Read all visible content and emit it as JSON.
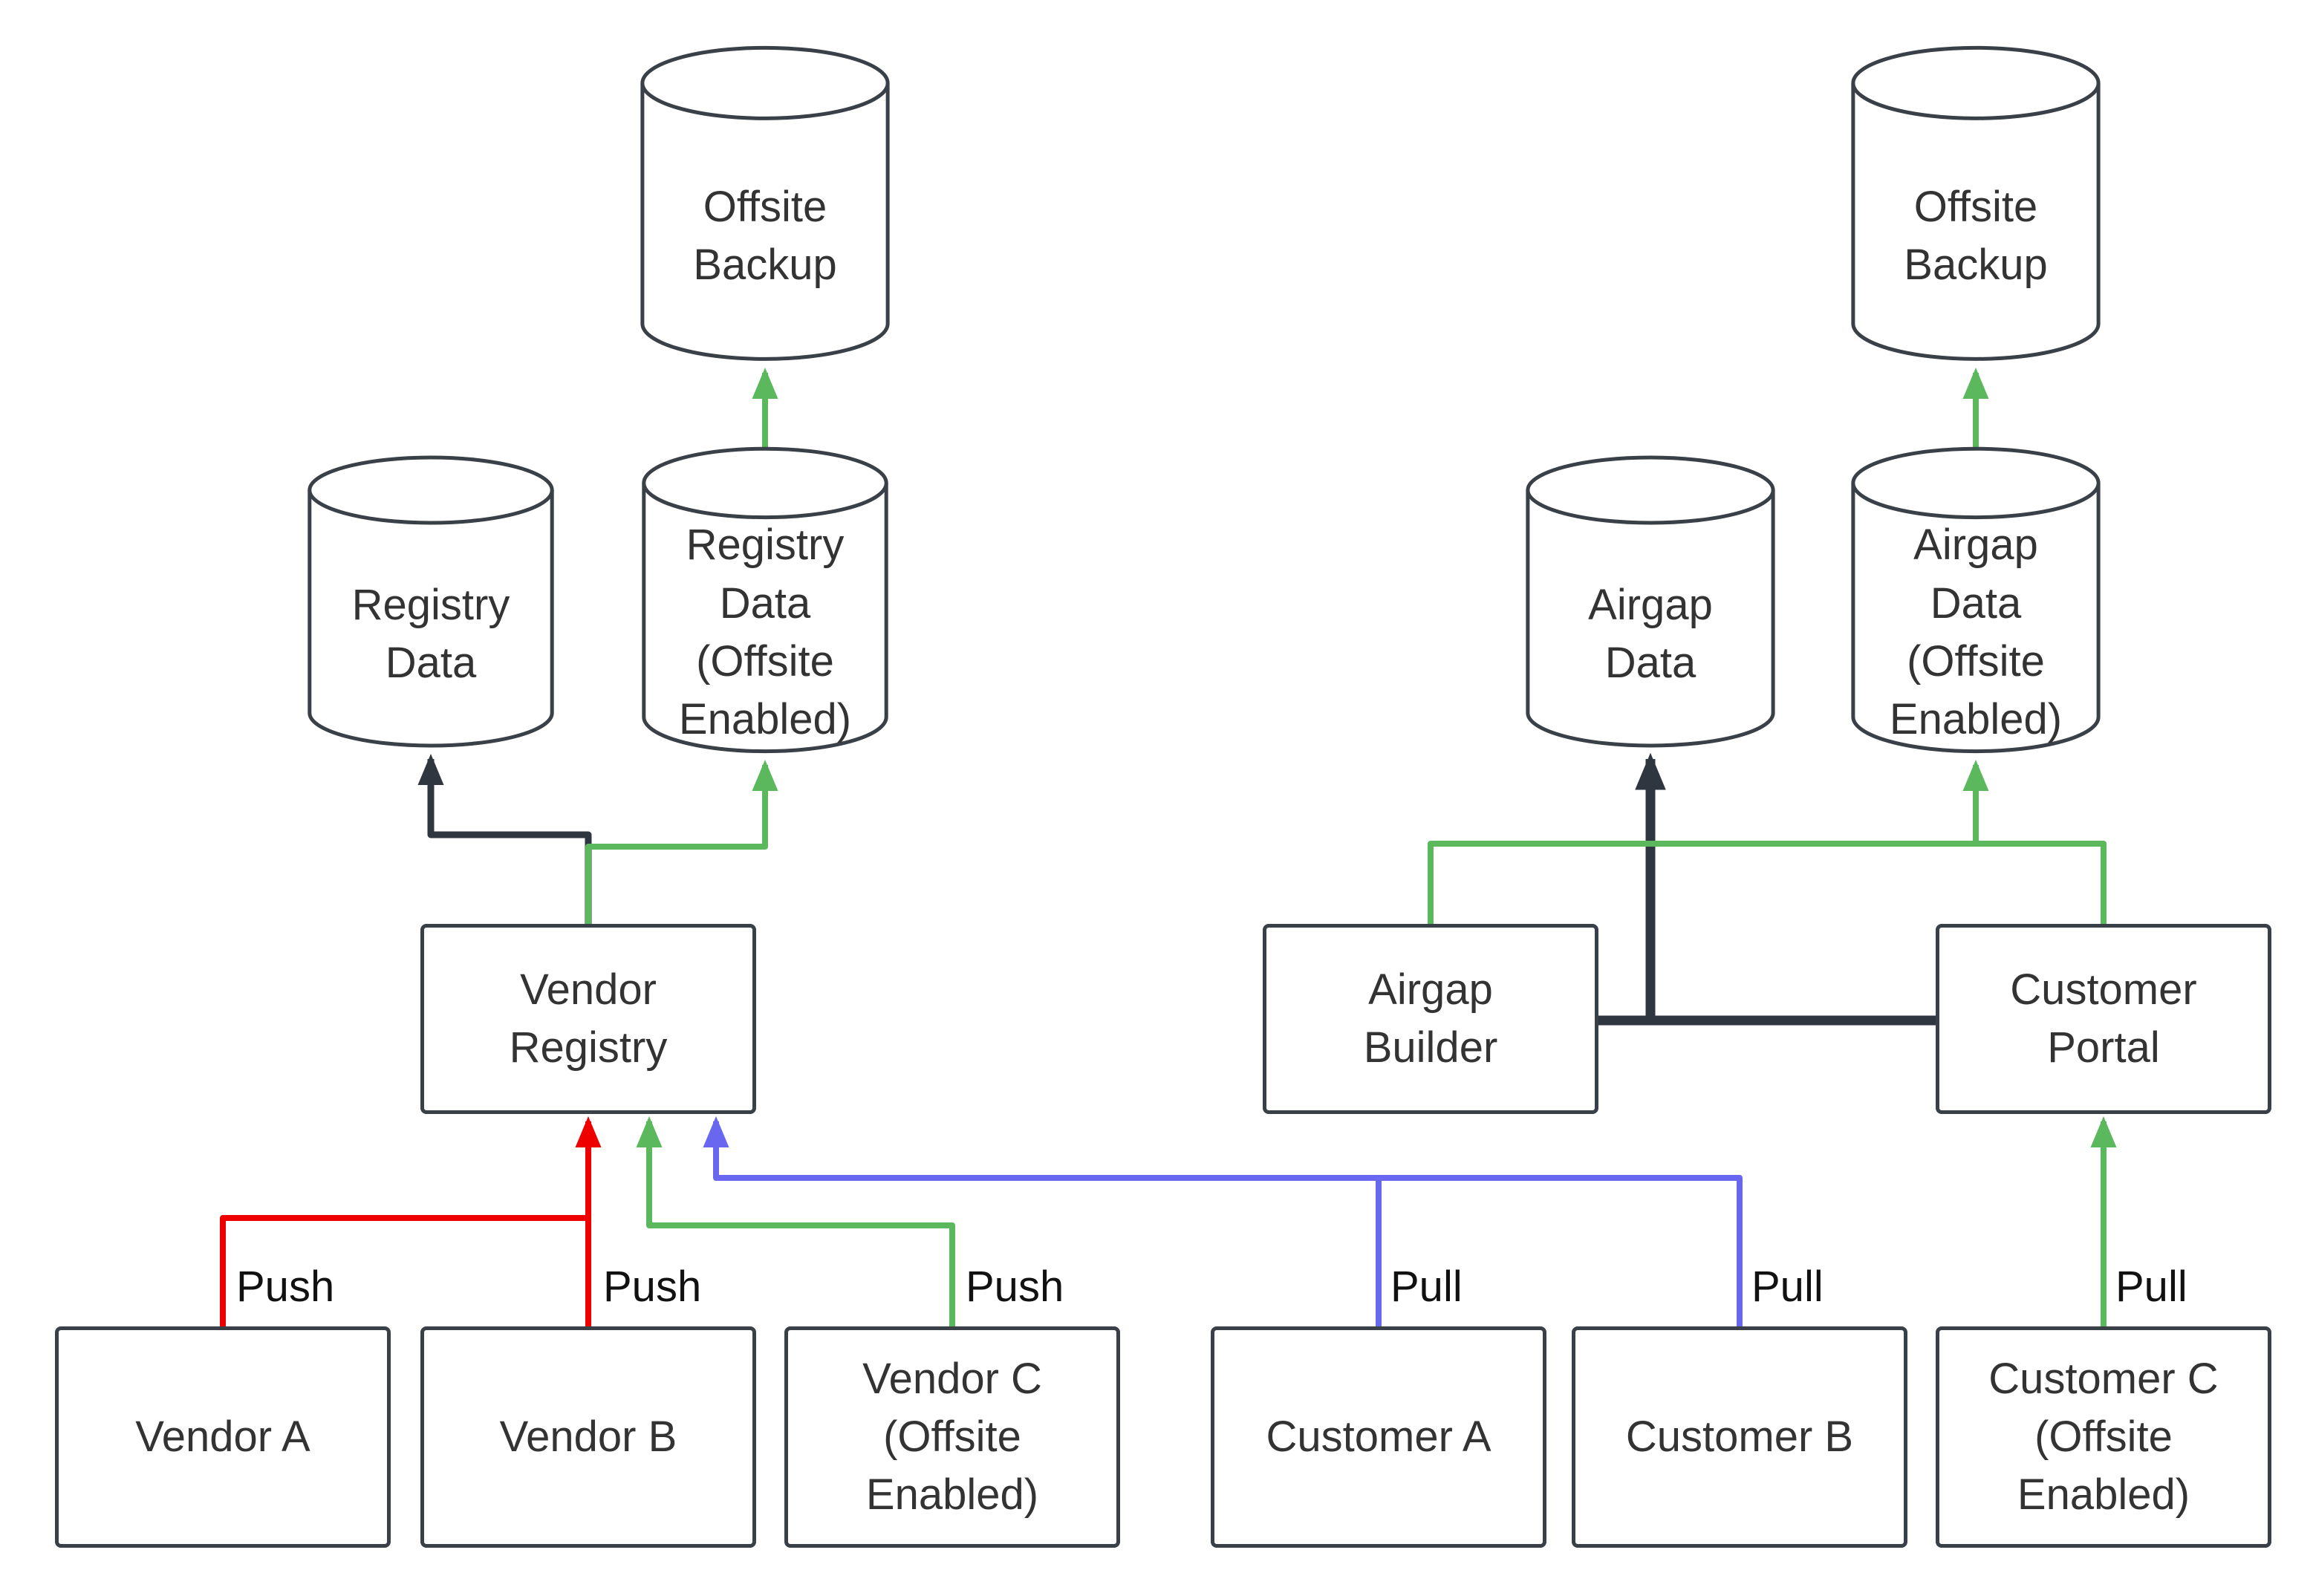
{
  "colors": {
    "background": "#ffffff",
    "node_fill": "#ffffff",
    "node_border": "#3a4047",
    "node_text": "#333333",
    "edge_label_text": "#111111",
    "edge_red": "#ee0000",
    "edge_green": "#5cb85c",
    "edge_blue": "#6966f0",
    "edge_dark": "#2f3640"
  },
  "nodes": {
    "offsite_backup_left": {
      "label": "Offsite Backup",
      "type": "cylinder"
    },
    "registry_data": {
      "label": "Registry Data",
      "type": "cylinder"
    },
    "registry_data_offsite": {
      "label": "Registry Data (Offsite Enabled)",
      "type": "cylinder"
    },
    "vendor_registry": {
      "label": "Vendor Registry",
      "type": "box"
    },
    "vendor_a": {
      "label": "Vendor A",
      "type": "box"
    },
    "vendor_b": {
      "label": "Vendor B",
      "type": "box"
    },
    "vendor_c": {
      "label": "Vendor C (Offsite Enabled)",
      "type": "box"
    },
    "offsite_backup_right": {
      "label": "Offsite Backup",
      "type": "cylinder"
    },
    "airgap_data": {
      "label": "Airgap Data",
      "type": "cylinder"
    },
    "airgap_data_offsite": {
      "label": "Airgap Data (Offsite Enabled)",
      "type": "cylinder"
    },
    "airgap_builder": {
      "label": "Airgap Builder",
      "type": "box"
    },
    "customer_portal": {
      "label": "Customer Portal",
      "type": "box"
    },
    "customer_a": {
      "label": "Customer A",
      "type": "box"
    },
    "customer_b": {
      "label": "Customer B",
      "type": "box"
    },
    "customer_c": {
      "label": "Customer C (Offsite Enabled)",
      "type": "box"
    }
  },
  "edge_labels": {
    "push_vendor_a": "Push",
    "push_vendor_b": "Push",
    "push_vendor_c": "Push",
    "pull_customer_a": "Pull",
    "pull_customer_b": "Pull",
    "pull_customer_c": "Pull"
  },
  "edges": [
    {
      "from": "Vendor A",
      "to": "Vendor Registry",
      "label": "Push",
      "color": "red"
    },
    {
      "from": "Vendor B",
      "to": "Vendor Registry",
      "label": "Push",
      "color": "red"
    },
    {
      "from": "Vendor C (Offsite Enabled)",
      "to": "Vendor Registry",
      "label": "Push",
      "color": "green"
    },
    {
      "from": "Customer A",
      "to": "Vendor Registry",
      "label": "Pull",
      "color": "blue"
    },
    {
      "from": "Customer B",
      "to": "Vendor Registry",
      "label": "Pull",
      "color": "blue"
    },
    {
      "from": "Customer C (Offsite Enabled)",
      "to": "Customer Portal",
      "label": "Pull",
      "color": "green"
    },
    {
      "from": "Vendor Registry",
      "to": "Registry Data",
      "label": "",
      "color": "dark"
    },
    {
      "from": "Vendor Registry",
      "to": "Registry Data (Offsite Enabled)",
      "label": "",
      "color": "green"
    },
    {
      "from": "Registry Data (Offsite Enabled)",
      "to": "Offsite Backup",
      "label": "",
      "color": "green"
    },
    {
      "from": "Customer Portal",
      "to": "Airgap Builder",
      "label": "",
      "color": "dark"
    },
    {
      "from": "Airgap Builder",
      "to": "Airgap Data",
      "label": "",
      "color": "dark"
    },
    {
      "from": "Airgap Builder",
      "to": "Airgap Data (Offsite Enabled)",
      "label": "",
      "color": "green"
    },
    {
      "from": "Customer Portal",
      "to": "Airgap Data (Offsite Enabled)",
      "label": "",
      "color": "green"
    },
    {
      "from": "Airgap Data (Offsite Enabled)",
      "to": "Offsite Backup",
      "label": "",
      "color": "green"
    }
  ]
}
